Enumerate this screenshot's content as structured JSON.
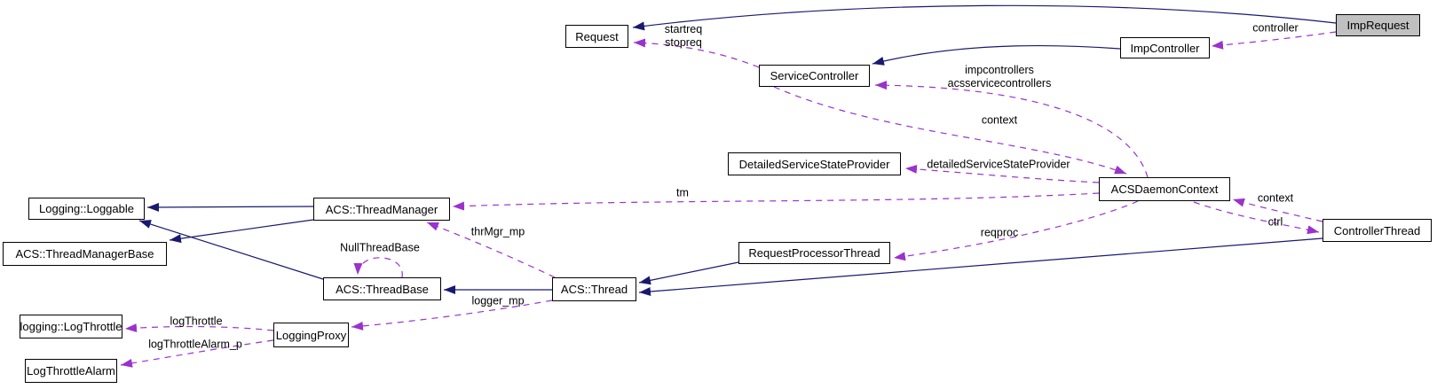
{
  "diagram": {
    "type": "doxygen-collaboration-graph",
    "colors": {
      "background": "#ffffff",
      "inheritance_edge": "#191970",
      "usage_edge": "#9a32cd",
      "node_fill": "#ffffff",
      "node_border": "#000000",
      "focus_node_fill": "#c0c0c0",
      "text": "#000000"
    },
    "nodes": {
      "request": {
        "label": "Request"
      },
      "service_controller": {
        "label": "ServiceController"
      },
      "imp_controller": {
        "label": "ImpController"
      },
      "imp_request": {
        "label": "ImpRequest"
      },
      "detailed_service_state_provider": {
        "label": "DetailedServiceStateProvider"
      },
      "acs_daemon_context": {
        "label": "ACSDaemonContext"
      },
      "controller_thread": {
        "label": "ControllerThread"
      },
      "logging_loggable": {
        "label": "Logging::Loggable"
      },
      "acs_thread_manager_base": {
        "label": "ACS::ThreadManagerBase"
      },
      "acs_thread_manager": {
        "label": "ACS::ThreadManager"
      },
      "acs_thread_base": {
        "label": "ACS::ThreadBase"
      },
      "acs_thread": {
        "label": "ACS::Thread"
      },
      "request_processor_thread": {
        "label": "RequestProcessorThread"
      },
      "logging_log_throttle": {
        "label": "logging::LogThrottle"
      },
      "log_throttle_alarm": {
        "label": "LogThrottleAlarm"
      },
      "logging_proxy": {
        "label": "LoggingProxy"
      }
    },
    "edge_labels": {
      "startreq": "startreq",
      "stopreq": "stopreq",
      "controller": "controller",
      "impcontrollers": "impcontrollers",
      "acsservicecontrollers": "acsservicecontrollers",
      "context_service": "context",
      "detailed_service_state_provider": "detailedServiceStateProvider",
      "context_ctrl": "context",
      "ctrl": "ctrl",
      "tm": "tm",
      "reqproc": "reqproc",
      "thrmgr_mp": "thrMgr_mp",
      "null_thread_base": "NullThreadBase",
      "logger_mp": "logger_mp",
      "log_throttle": "logThrottle",
      "log_throttle_alarm_p": "logThrottleAlarm_p"
    }
  }
}
